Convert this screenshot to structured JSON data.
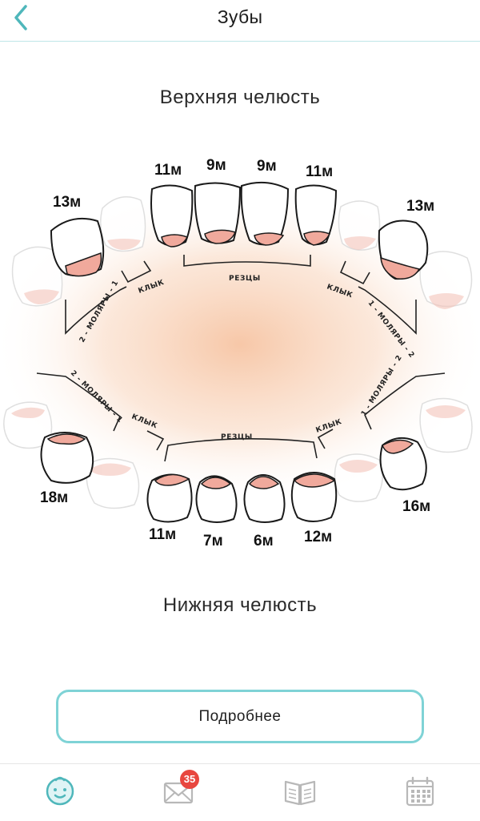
{
  "header": {
    "title": "Зубы",
    "back_icon": "chevron-left-icon"
  },
  "upper_jaw": {
    "title": "Верхняя челюсть",
    "groups": [
      "2 - МОЛЯРЫ - 1",
      "КЛЫК",
      "РЕЗЦЫ",
      "КЛЫК",
      "1 - МОЛЯРЫ - 2"
    ],
    "ages": [
      "13м",
      "11м",
      "9м",
      "9м",
      "11м",
      "13м"
    ]
  },
  "lower_jaw": {
    "title": "Нижняя челюсть",
    "groups": [
      "2 - МОЛЯРЫ - 1",
      "КЛЫК",
      "РЕЗЦЫ",
      "КЛЫК",
      "1 - МОЛЯРЫ - 2"
    ],
    "ages": [
      "18м",
      "11м",
      "7м",
      "6м",
      "12м",
      "16м"
    ]
  },
  "more_button": {
    "label": "Подробнее"
  },
  "tabbar": {
    "items": [
      {
        "icon": "baby-face-icon",
        "active": true
      },
      {
        "icon": "mail-icon",
        "badge": "35"
      },
      {
        "icon": "book-icon"
      },
      {
        "icon": "calendar-icon"
      }
    ]
  },
  "colors": {
    "accent": "#4fb7bb",
    "gum": "#f0a99c",
    "badge": "#e8473f",
    "button_border": "#7fd3d6"
  }
}
